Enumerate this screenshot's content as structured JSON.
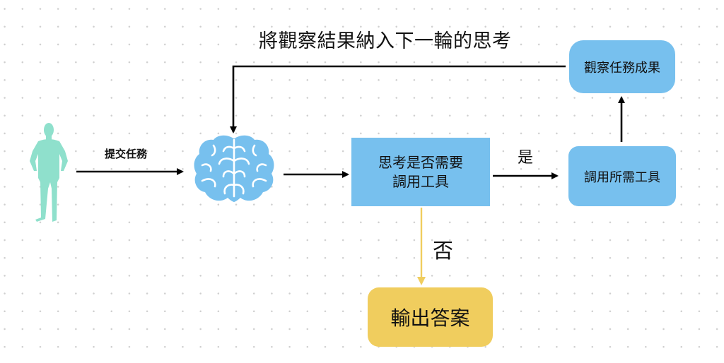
{
  "diagram": {
    "feedback_label": "將觀察結果納入下一輪的思考",
    "submit_label": "提交任務",
    "yes_label": "是",
    "no_label": "否",
    "nodes": {
      "user": {
        "icon": "person-icon"
      },
      "brain": {
        "icon": "brain-icon"
      },
      "decide": {
        "line1": "思考是否需要",
        "line2": "調用工具"
      },
      "call_tools": {
        "label": "調用所需工具"
      },
      "observe": {
        "label": "觀察任務成果"
      },
      "output": {
        "label": "輸出答案"
      }
    },
    "colors": {
      "box_blue": "#77c0ee",
      "box_yellow": "#f0cd5e",
      "person": "#8fe0cc",
      "brain": "#77c0ee",
      "arrow": "#000000",
      "no_arrow": "#f0cd5e"
    }
  }
}
